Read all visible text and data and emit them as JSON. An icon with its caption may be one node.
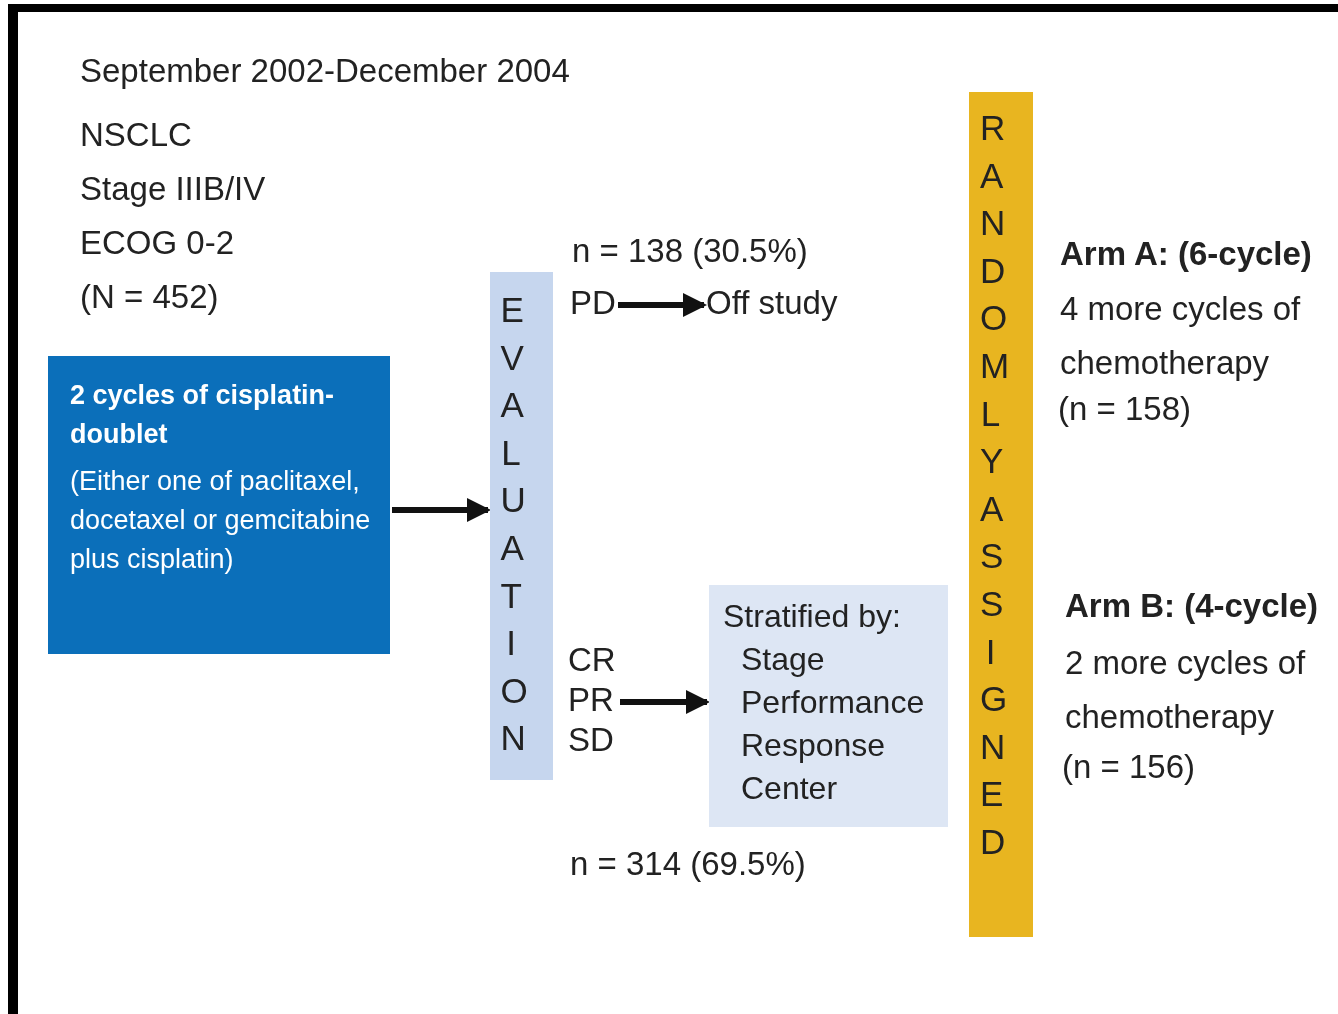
{
  "diagram": {
    "nodes": [
      {
        "text": [
          "2 cycles of cisplatin-doublet",
          "(Either one of paclitaxel, docetaxel or gemcitabine plus cisplatin)"
        ]
      },
      {
        "text": [
          "EVALUATION"
        ]
      },
      {
        "text": [
          "PD"
        ]
      },
      {
        "text": [
          "Off study"
        ]
      },
      {
        "text": [
          "CR",
          "PR",
          "SD"
        ]
      },
      {
        "text": [
          "Stratified by:",
          "Stage",
          "Performance",
          "Response",
          "Center"
        ]
      },
      {
        "text": [
          "RANDOMLY ASSIGNED"
        ]
      }
    ],
    "edges": [
      {
        "from": 0,
        "to": 1,
        "arrow": "to"
      },
      {
        "from": 2,
        "to": 3,
        "arrow": "to"
      },
      {
        "from": 4,
        "to": 5,
        "arrow": "to"
      }
    ],
    "labels": [
      "September 2002-December 2004",
      "NSCLC",
      "Stage IIIB/IV",
      "ECOG 0-2",
      "(N = 452)",
      "n = 138 (30.5%)",
      "n = 314 (69.5%)",
      "Arm A: (6-cycle)",
      "4 more cycles of chemotherapy",
      "(n = 158)",
      "Arm B: (4-cycle)",
      "2 more cycles of chemotherapy",
      "(n = 156)"
    ]
  }
}
